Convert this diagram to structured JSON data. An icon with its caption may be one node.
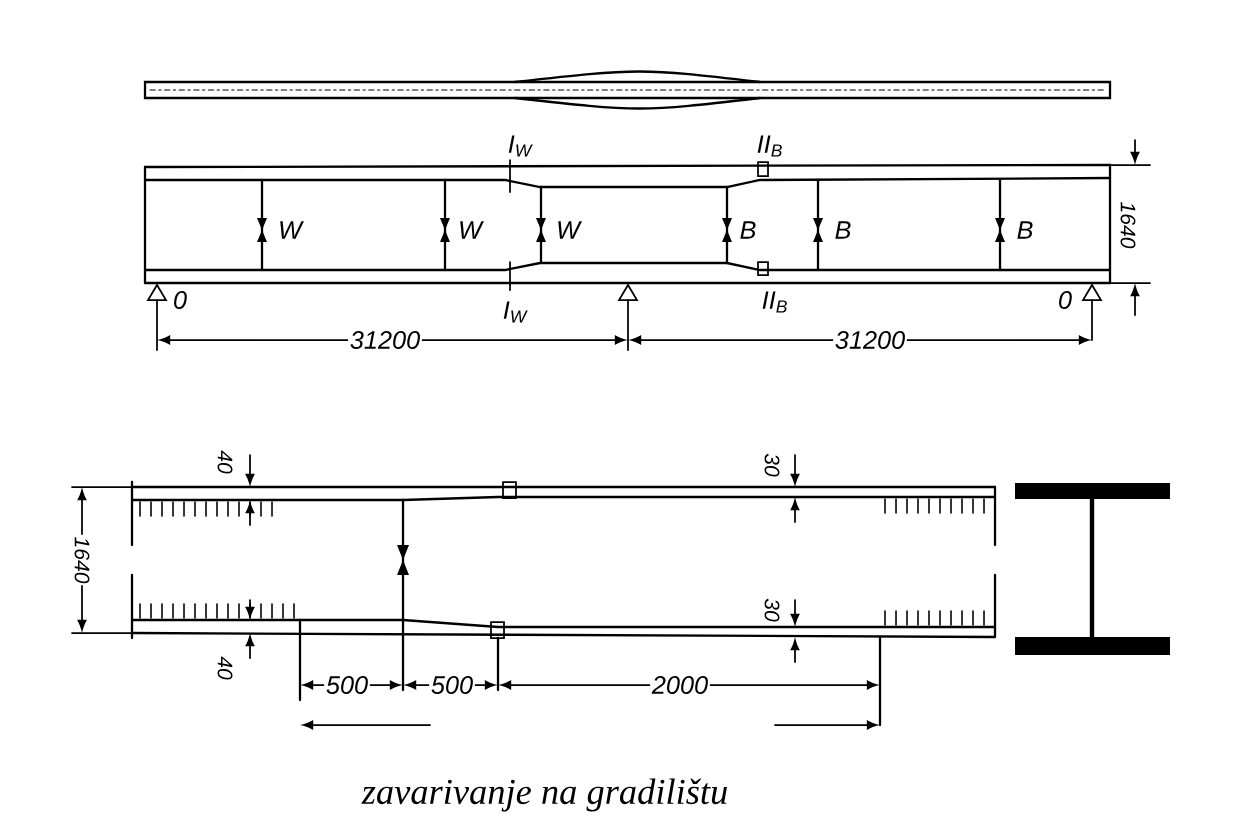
{
  "diagram": {
    "caption": "zavarivanje na gradilištu",
    "labels": [
      "I$_{W}$",
      "II$_{B}$",
      "W",
      "W",
      "W",
      "B",
      "B",
      "B",
      "1640",
      "0",
      "I$_{W}$",
      "II$_{B}$",
      "0",
      "31200",
      "31200",
      "40",
      "30",
      "1640",
      "30",
      "40",
      "500",
      "500",
      "2000"
    ]
  }
}
